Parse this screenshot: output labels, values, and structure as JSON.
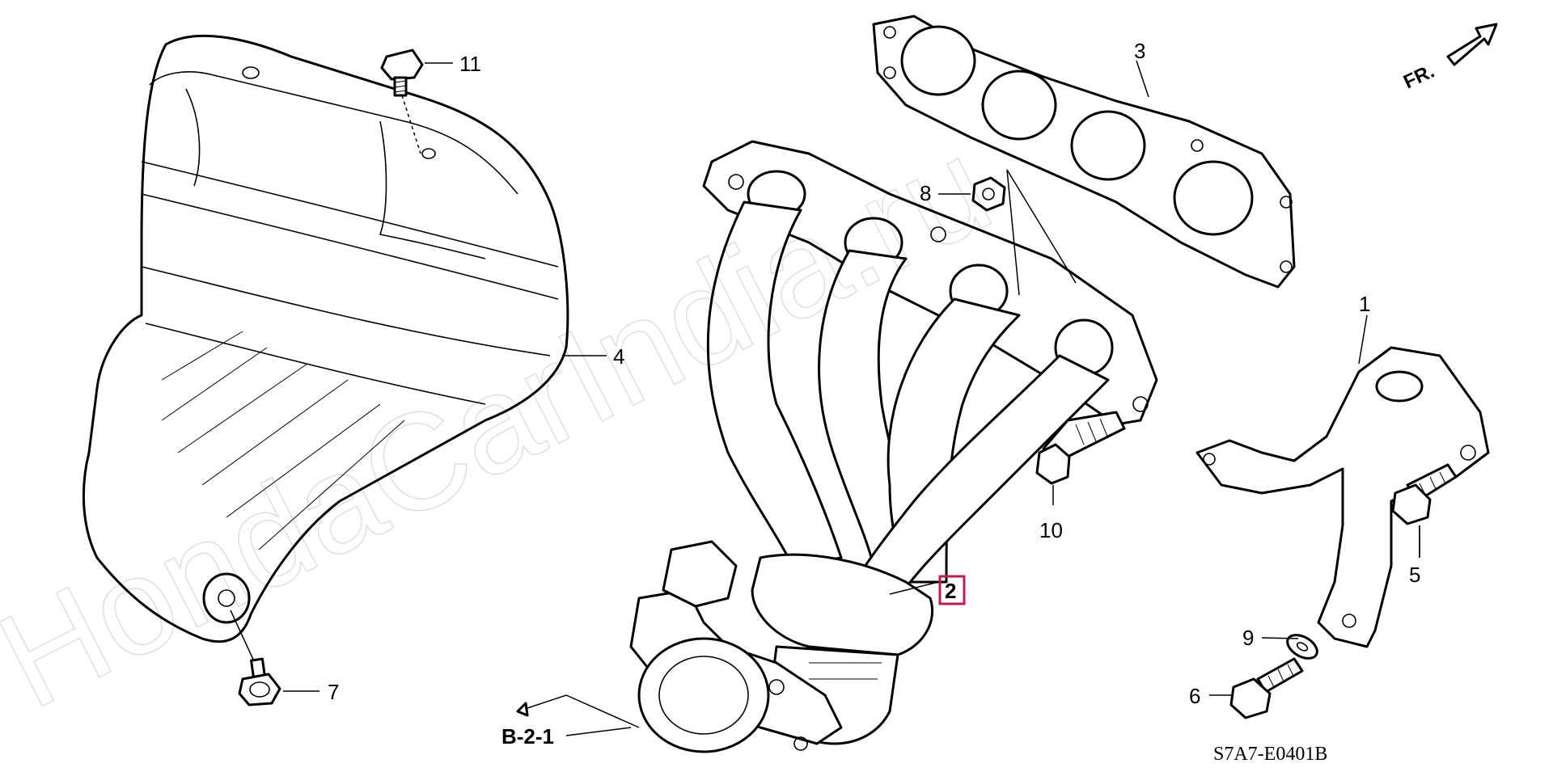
{
  "watermark": "HondaCarIndia.ru",
  "front_indicator": "FR.",
  "reference_label": "B-2-1",
  "diagram_code": "S7A7-E0401B",
  "callouts": {
    "c1": "1",
    "c2": "2",
    "c3": "3",
    "c4": "4",
    "c5": "5",
    "c6": "6",
    "c7": "7",
    "c8": "8",
    "c9": "9",
    "c10": "10",
    "c11": "11"
  },
  "highlight_color": "#c2185b"
}
